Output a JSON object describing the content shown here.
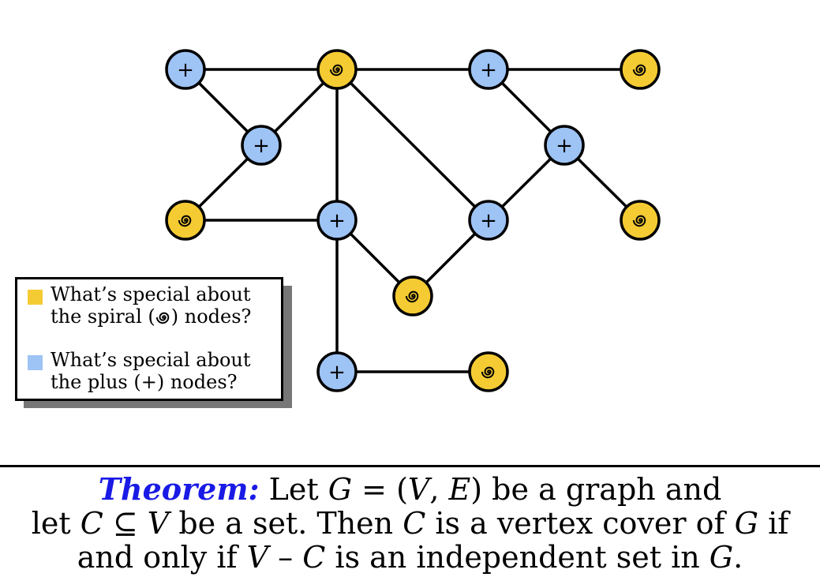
{
  "colors": {
    "spiral_fill": "#f5cb33",
    "plus_fill": "#9ec3f5",
    "edge": "#000000",
    "theorem_label": "#1a1ae6",
    "legend_shadow": "#777777"
  },
  "node_types": {
    "spiral": {
      "icon": "spiral-icon",
      "glyph": ""
    },
    "plus": {
      "icon": "plus-icon",
      "glyph": "+"
    }
  },
  "nodes": [
    {
      "id": "p1",
      "type": "plus"
    },
    {
      "id": "s1",
      "type": "spiral"
    },
    {
      "id": "p2",
      "type": "plus"
    },
    {
      "id": "s2",
      "type": "spiral"
    },
    {
      "id": "p3",
      "type": "plus"
    },
    {
      "id": "p4",
      "type": "plus"
    },
    {
      "id": "s3",
      "type": "spiral"
    },
    {
      "id": "p5",
      "type": "plus"
    },
    {
      "id": "p6",
      "type": "plus"
    },
    {
      "id": "s4",
      "type": "spiral"
    },
    {
      "id": "s5",
      "type": "spiral"
    },
    {
      "id": "p7",
      "type": "plus"
    },
    {
      "id": "s6",
      "type": "spiral"
    }
  ],
  "edges": [
    [
      "p1",
      "s1"
    ],
    [
      "s1",
      "p2"
    ],
    [
      "p2",
      "s2"
    ],
    [
      "p1",
      "p3"
    ],
    [
      "s1",
      "p3"
    ],
    [
      "p3",
      "s3"
    ],
    [
      "s1",
      "p5"
    ],
    [
      "s1",
      "p6"
    ],
    [
      "p2",
      "p4"
    ],
    [
      "p4",
      "p6"
    ],
    [
      "p4",
      "s4"
    ],
    [
      "s3",
      "p5"
    ],
    [
      "p5",
      "s5"
    ],
    [
      "p6",
      "s5"
    ],
    [
      "p5",
      "p7"
    ],
    [
      "p7",
      "s6"
    ]
  ],
  "legend": {
    "spiral_line1": "What’s special about",
    "spiral_line2_pre": "the spiral (",
    "spiral_line2_post": ") nodes?",
    "plus_line1": "What’s special about",
    "plus_line2": "the plus (+) nodes?"
  },
  "theorem": {
    "label": "Theorem:",
    "line1": [
      {
        "t": " Let ",
        "m": false
      },
      {
        "t": "G",
        "m": true
      },
      {
        "t": " = (",
        "m": false
      },
      {
        "t": "V",
        "m": true
      },
      {
        "t": ", ",
        "m": false
      },
      {
        "t": "E",
        "m": true
      },
      {
        "t": ") be a graph and",
        "m": false
      }
    ],
    "line2": [
      {
        "t": "let ",
        "m": false
      },
      {
        "t": "C",
        "m": true
      },
      {
        "t": " ⊆ ",
        "m": false
      },
      {
        "t": "V",
        "m": true
      },
      {
        "t": " be a set. Then ",
        "m": false
      },
      {
        "t": "C",
        "m": true
      },
      {
        "t": " is a vertex cover of ",
        "m": false
      },
      {
        "t": "G",
        "m": true
      },
      {
        "t": " if",
        "m": false
      }
    ],
    "line3": [
      {
        "t": "and only if ",
        "m": false
      },
      {
        "t": "V",
        "m": true
      },
      {
        "t": " – ",
        "m": false
      },
      {
        "t": "C",
        "m": true
      },
      {
        "t": " is an independent set in ",
        "m": false
      },
      {
        "t": "G",
        "m": true
      },
      {
        "t": ".",
        "m": false
      }
    ]
  }
}
